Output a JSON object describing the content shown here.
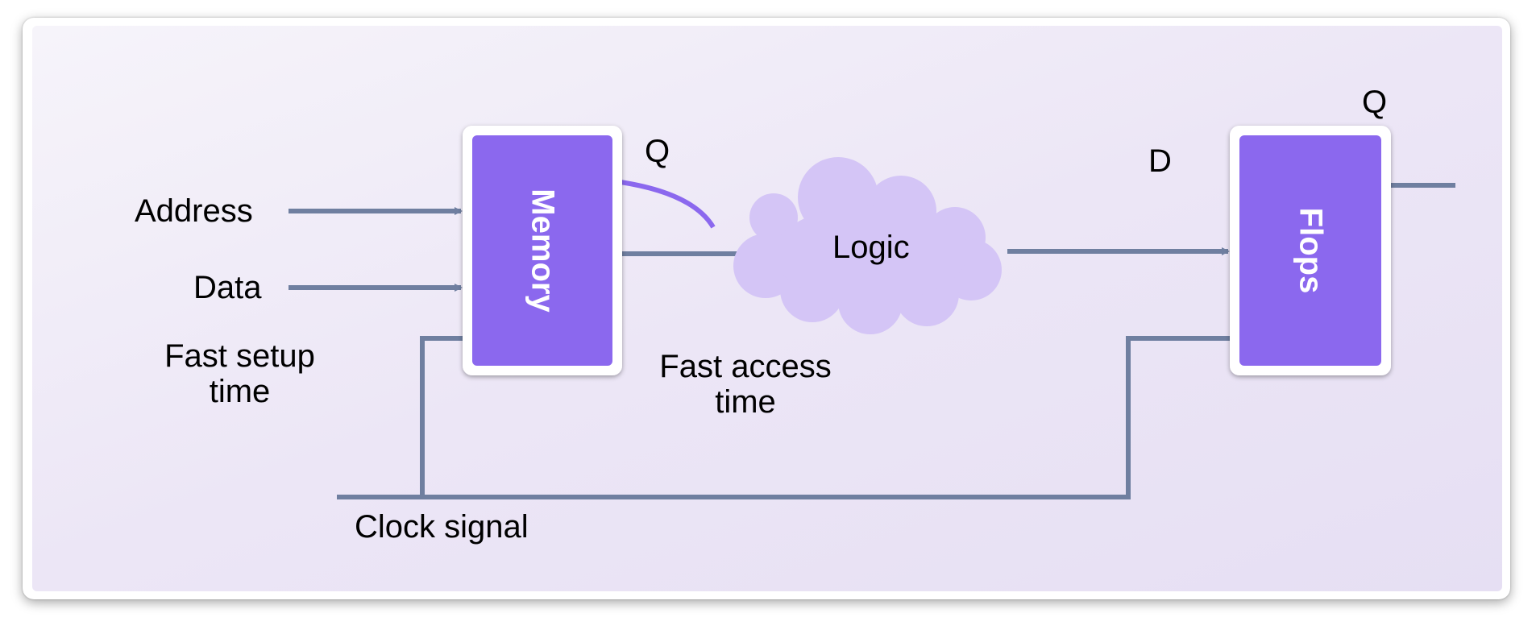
{
  "labels": {
    "address": "Address",
    "data": "Data",
    "fast_setup": "Fast setup time",
    "memory": "Memory",
    "q_memory": "Q",
    "logic": "Logic",
    "fast_access": "Fast access time",
    "d_flops": "D",
    "q_flops": "Q",
    "flops": "Flops",
    "clock": "Clock signal"
  },
  "colors": {
    "wire": "#6f7fa0",
    "block": "#8b68ee",
    "cloud": "#d4c5f6",
    "accent_arc": "#8b68ee"
  }
}
